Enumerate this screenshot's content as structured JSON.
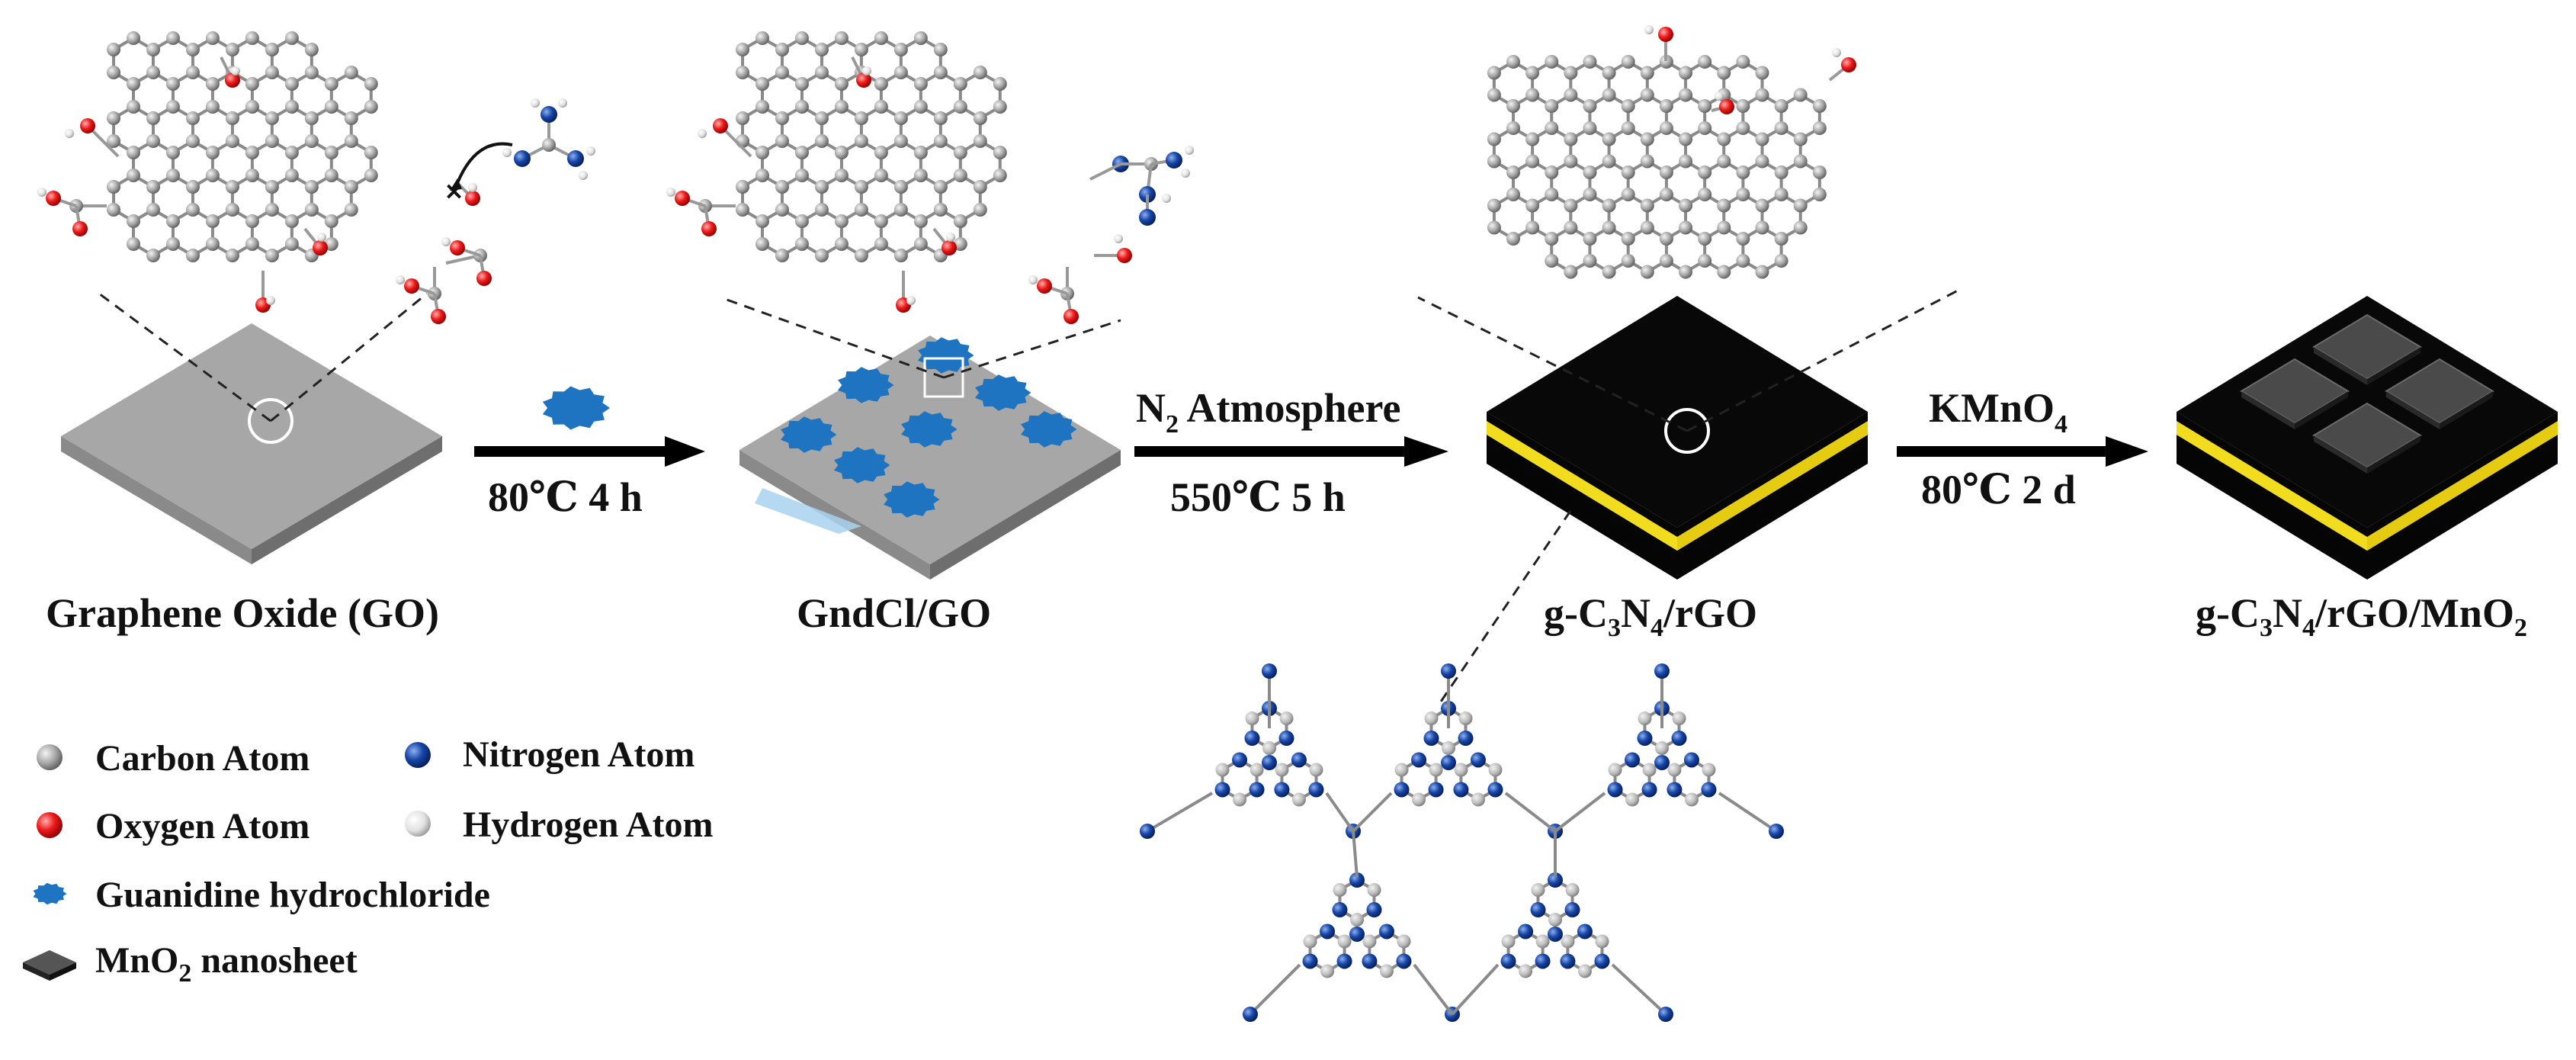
{
  "stages": [
    {
      "label": "Graphene Oxide (GO)"
    },
    {
      "label": "GndCl/GO"
    },
    {
      "label_parts": [
        "g-C",
        "3",
        "N",
        "4",
        "/rGO"
      ]
    },
    {
      "label_parts": [
        "g-C",
        "3",
        "N",
        "4",
        "/rGO/MnO",
        "2"
      ]
    }
  ],
  "arrows": [
    {
      "bottom": "80℃ 4 h"
    },
    {
      "top_parts": [
        "N",
        "2",
        " Atmosphere"
      ],
      "bottom": "550℃  5 h"
    },
    {
      "top_parts": [
        "KMnO",
        "4"
      ],
      "bottom": "80℃ 2 d"
    }
  ],
  "legend": {
    "carbon": "Carbon Atom",
    "nitrogen": "Nitrogen Atom",
    "oxygen": "Oxygen Atom",
    "hydrogen": "Hydrogen Atom",
    "guanidine": "Guanidine hydrochloride",
    "mno2_parts": [
      "MnO",
      "2",
      " nanosheet"
    ]
  },
  "colors": {
    "carbon": "#9a9a9a",
    "oxygen": "#e0141a",
    "nitrogen": "#0b3c94",
    "hydrogen": "#e8e8e8",
    "guanidine": "#1e74c0",
    "sheet": "#a5a5a5",
    "black_sheet": "#050505",
    "yellow_layer": "#f2dc1e",
    "mno2": "#4a4a4a"
  }
}
